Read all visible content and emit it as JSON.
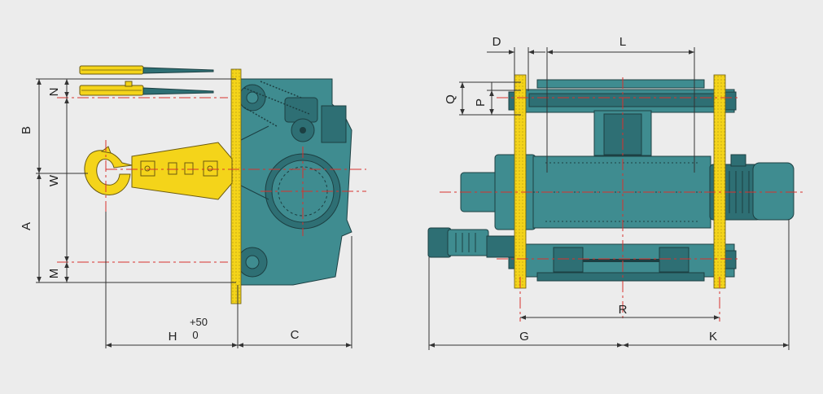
{
  "colors": {
    "background": "#ececec",
    "machine_body": "#3f8c90",
    "machine_dark": "#2e6f74",
    "rail_yellow": "#f4d41a",
    "centerline": "#d8322e",
    "dimension_line": "#333333"
  },
  "labels": {
    "D": "D",
    "L": "L",
    "N": "N",
    "Q": "Q",
    "P": "P",
    "B": "B",
    "W": "W",
    "A": "A",
    "M": "M",
    "H": "H",
    "H_tol_plus": "+50",
    "H_tol_zero": "0",
    "C": "C",
    "R": "R",
    "G": "G",
    "K": "K"
  }
}
